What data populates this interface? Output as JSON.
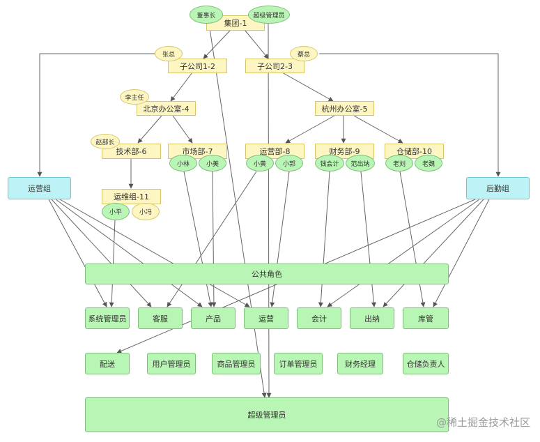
{
  "colors": {
    "org_fill": "#fdf6c3",
    "role_fill": "#b9f5b4",
    "group_fill": "#bdf3f6",
    "edge": "#666666"
  },
  "orgs": {
    "group_hq": "集团-1",
    "sub_1_2": "子公司1-2",
    "sub_2_3": "子公司2-3",
    "beijing_office": "北京办公室-4",
    "hangzhou_office": "杭州办公室-5",
    "tech_dept": "技术部-6",
    "market_dept": "市场部-7",
    "ops_dept": "运营部-8",
    "finance_dept": "财务部-9",
    "storage_dept": "仓储部-10",
    "devops_team": "运维组-11"
  },
  "groups": {
    "ops_group": "运营组",
    "backoffice_group": "后勤组"
  },
  "people": {
    "chairman": "董事长",
    "superadmin_person": "超级管理员",
    "zhang_boss": "张总",
    "cai_boss": "蔡总",
    "li_director": "李主任",
    "zhao_head": "赵部长",
    "xiao_lin": "小林",
    "xiao_mei": "小美",
    "xiao_huang": "小黄",
    "xiao_guo": "小郭",
    "qian_kuaiji": "钱会计",
    "fan_chuna": "范出纳",
    "lao_liu": "老刘",
    "lao_wei": "老魏",
    "xiao_ping": "小平",
    "xiao_feng": "小冯"
  },
  "roles": {
    "public_role": "公共角色",
    "sys_admin": "系统管理员",
    "customer_service": "客服",
    "product": "产品",
    "operations": "运营",
    "accounting": "会计",
    "cashier": "出纳",
    "warehouse": "库管",
    "delivery": "配送",
    "user_admin": "用户管理员",
    "goods_admin": "商品管理员",
    "order_admin": "订单管理员",
    "finance_manager": "财务经理",
    "storage_lead": "仓储负责人",
    "super_admin": "超级管理员"
  },
  "watermark": "@稀土掘金技术社区"
}
